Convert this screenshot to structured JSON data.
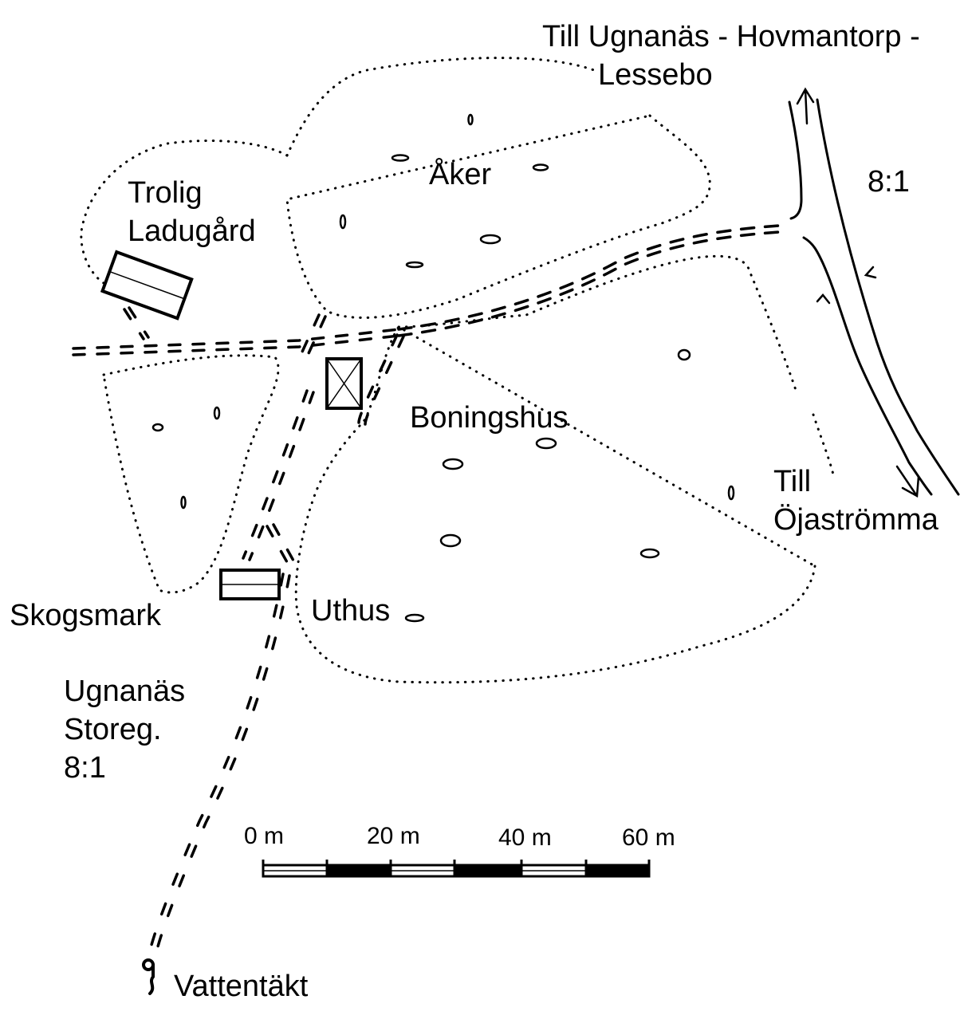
{
  "labels": {
    "road_north_1": "Till Ugnanäs - Hovmantorp -",
    "road_north_2": "Lessebo",
    "parcel_ne": "8:1",
    "field": "Åker",
    "barn_1": "Trolig",
    "barn_2": "Ladugård",
    "dwelling": "Boningshus",
    "road_south_1": "Till",
    "road_south_2": "Öjaströmma",
    "forest": "Skogsmark",
    "outbuilding": "Uthus",
    "property_1": "Ugnanäs",
    "property_2": "Storeg.",
    "property_3": "8:1",
    "water": "Vattentäkt"
  },
  "scale_bar": {
    "labels": [
      "0 m",
      "20 m",
      "40 m",
      "60 m"
    ],
    "max_m": 60
  },
  "colors": {
    "ink": "#000000",
    "paper": "#ffffff"
  }
}
